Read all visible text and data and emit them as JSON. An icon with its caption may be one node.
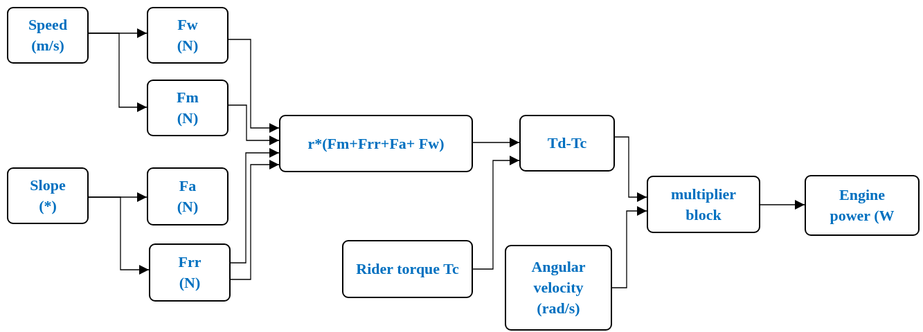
{
  "diagram": {
    "nodes": [
      {
        "text": [
          "Speed (m/s)"
        ]
      },
      {
        "text": [
          "Fw (N)"
        ]
      },
      {
        "text": [
          "Fm (N)"
        ]
      },
      {
        "text": [
          "Slope (*)"
        ]
      },
      {
        "text": [
          "Fa (N)"
        ]
      },
      {
        "text": [
          "Frr (N)"
        ]
      },
      {
        "text": [
          "r*(Fm+Frr+Fa+ Fw)"
        ]
      },
      {
        "text": [
          "Td-Tc"
        ]
      },
      {
        "text": [
          "Rider torque Tc"
        ]
      },
      {
        "text": [
          "Angular velocity (rad/s)"
        ]
      },
      {
        "text": [
          "multiplier block"
        ]
      },
      {
        "text": [
          "Engine power (W"
        ]
      }
    ],
    "edges": [
      {
        "from": 0,
        "to": 1,
        "arrow": "to"
      },
      {
        "from": 0,
        "to": 2,
        "arrow": "to"
      },
      {
        "from": 3,
        "to": 4,
        "arrow": "to"
      },
      {
        "from": 3,
        "to": 5,
        "arrow": "to"
      },
      {
        "from": 1,
        "to": 6,
        "arrow": "to"
      },
      {
        "from": 2,
        "to": 6,
        "arrow": "to"
      },
      {
        "from": 5,
        "to": 6,
        "arrow": "to"
      },
      {
        "from": 5,
        "to": 6,
        "arrow": "to"
      },
      {
        "from": 6,
        "to": 7,
        "arrow": "to"
      },
      {
        "from": 8,
        "to": 7,
        "arrow": "to"
      },
      {
        "from": 7,
        "to": 10,
        "arrow": "to"
      },
      {
        "from": 9,
        "to": 10,
        "arrow": "to"
      },
      {
        "from": 10,
        "to": 11,
        "arrow": "to"
      }
    ]
  }
}
